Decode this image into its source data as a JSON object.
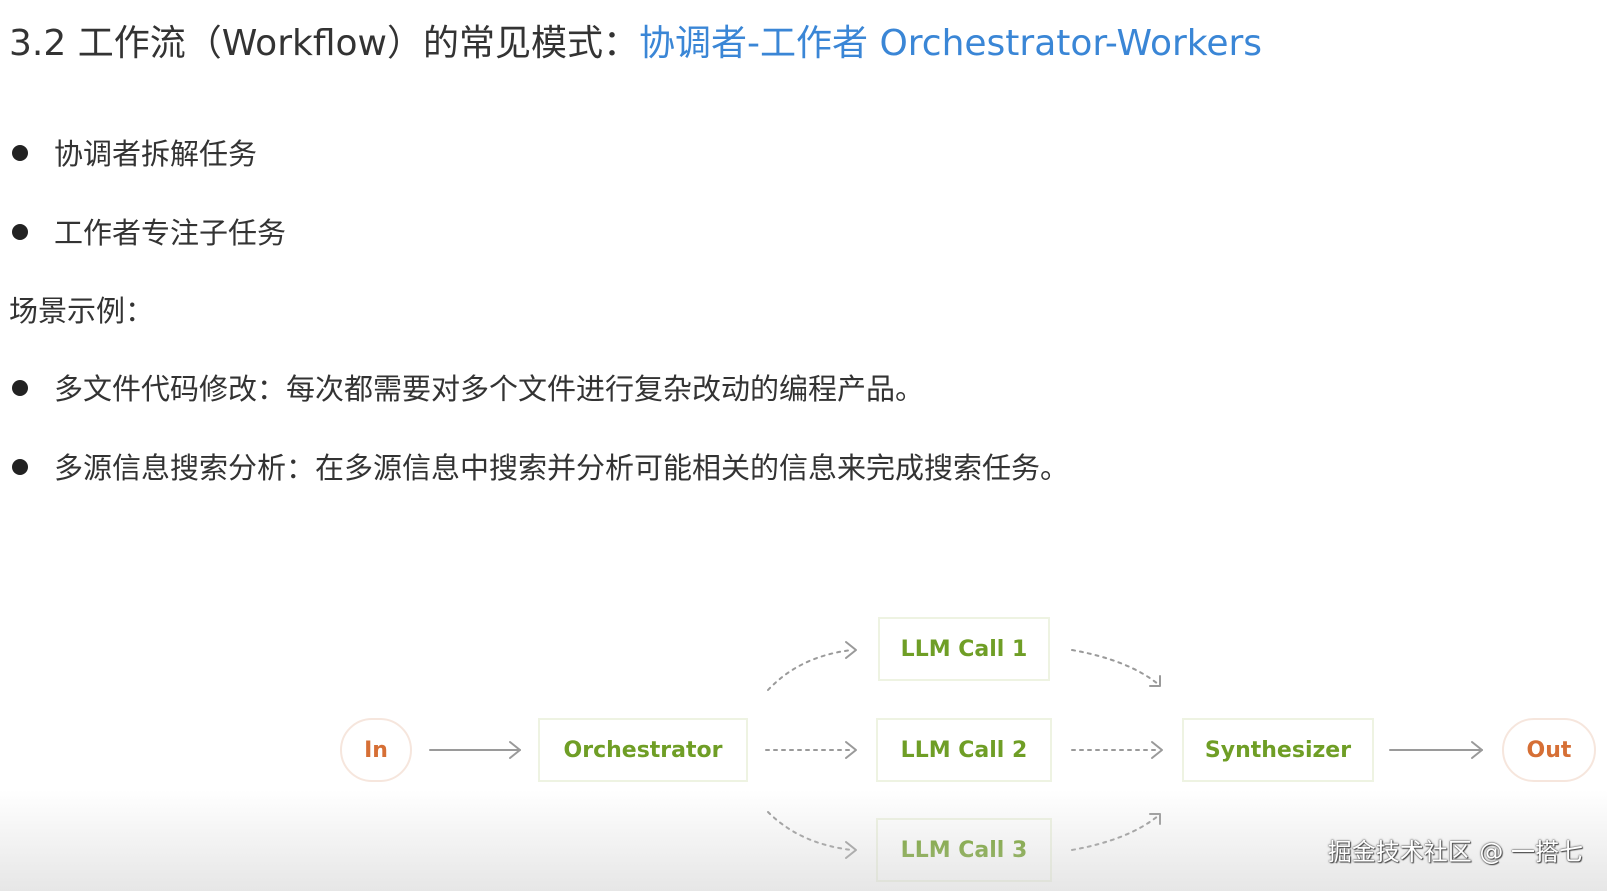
{
  "slide": {
    "title_prefix": "3.2 工作流（Workflow）的常见模式：",
    "title_accent": "协调者-工作者 Orchestrator-Workers",
    "bullets_top": [
      "协调者拆解任务",
      "工作者专注子任务"
    ],
    "scene_heading": "场景示例：",
    "bullets_scene": [
      "多文件代码修改：每次都需要对多个文件进行复杂改动的编程产品。",
      "多源信息搜索分析：在多源信息中搜索并分析可能相关的信息来完成搜索任务。"
    ]
  },
  "diagram": {
    "in_label": "In",
    "orchestrator_label": "Orchestrator",
    "llm_calls": [
      "LLM Call 1",
      "LLM Call 2",
      "LLM Call 3"
    ],
    "synthesizer_label": "Synthesizer",
    "out_label": "Out",
    "colors": {
      "node_text": "#6f9e26",
      "io_text": "#d66f35",
      "arrow": "#9a9a9a"
    }
  },
  "watermark": "掘金技术社区 @ 一搭七"
}
